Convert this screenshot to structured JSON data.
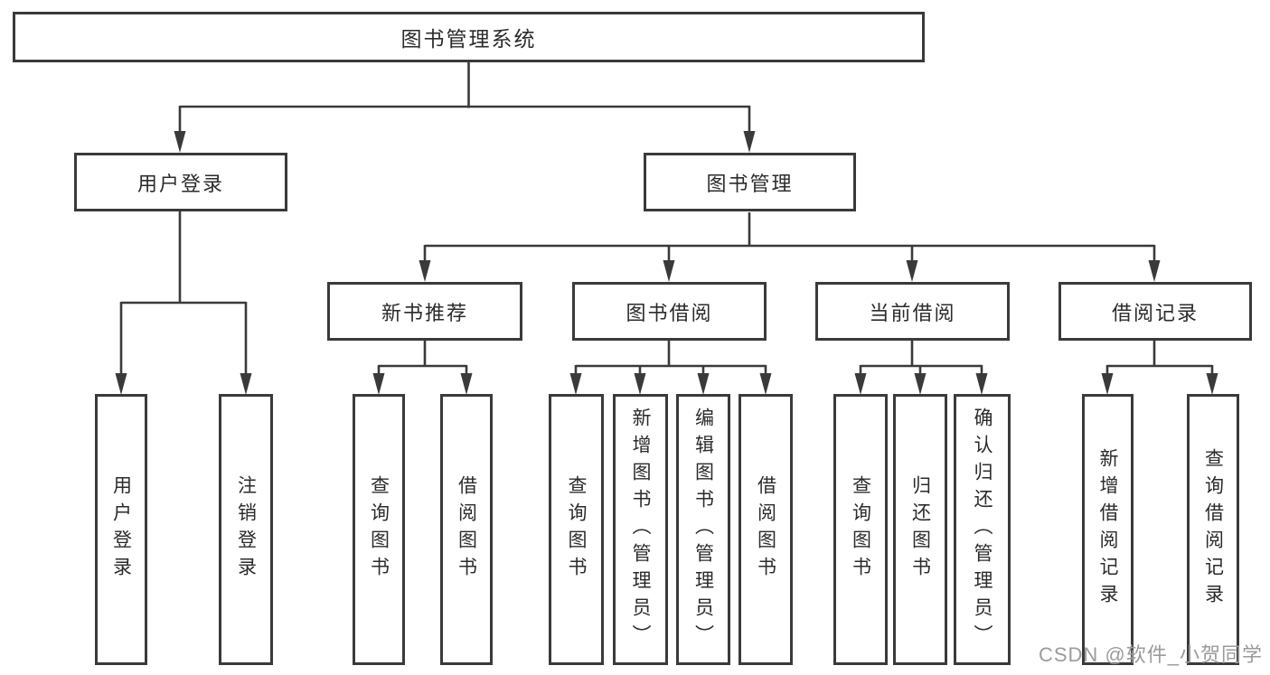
{
  "diagram": {
    "title": "图书管理系统",
    "colors": {
      "line": "#3a3a3a",
      "text": "#2b2b2b",
      "watermark": "#9b9b9b",
      "background": "#ffffff"
    },
    "level2": [
      {
        "label": "用户登录",
        "parent": "图书管理系统"
      },
      {
        "label": "图书管理",
        "parent": "图书管理系统"
      }
    ],
    "level3": [
      {
        "label": "新书推荐",
        "parent": "图书管理"
      },
      {
        "label": "图书借阅",
        "parent": "图书管理"
      },
      {
        "label": "当前借阅",
        "parent": "图书管理"
      },
      {
        "label": "借阅记录",
        "parent": "图书管理"
      }
    ],
    "level4": [
      {
        "label": "用户登录",
        "parent": "用户登录"
      },
      {
        "label": "注销登录",
        "parent": "用户登录"
      },
      {
        "label": "查询图书",
        "parent": "新书推荐"
      },
      {
        "label": "借阅图书",
        "parent": "新书推荐"
      },
      {
        "label": "查询图书",
        "parent": "图书借阅"
      },
      {
        "label": "新增图书（管理员）",
        "parent": "图书借阅"
      },
      {
        "label": "编辑图书（管理员）",
        "parent": "图书借阅"
      },
      {
        "label": "借阅图书",
        "parent": "图书借阅"
      },
      {
        "label": "查询图书",
        "parent": "当前借阅"
      },
      {
        "label": "归还图书",
        "parent": "当前借阅"
      },
      {
        "label": "确认归还（管理员）",
        "parent": "当前借阅"
      },
      {
        "label": "新增借阅记录",
        "parent": "借阅记录"
      },
      {
        "label": "查询借阅记录",
        "parent": "借阅记录"
      }
    ],
    "watermark": "CSDN @软件_小贺同学"
  }
}
